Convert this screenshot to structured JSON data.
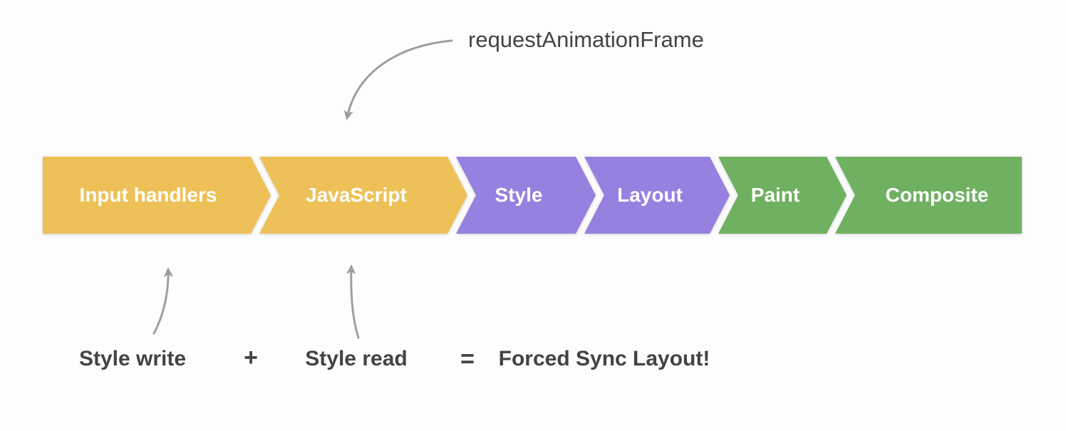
{
  "pipeline": {
    "segments": [
      {
        "label": "Input handlers",
        "color": "#EDC157"
      },
      {
        "label": "JavaScript",
        "color": "#EDC157"
      },
      {
        "label": "Style",
        "color": "#9680E0"
      },
      {
        "label": "Layout",
        "color": "#9680E0"
      },
      {
        "label": "Paint",
        "color": "#6FB061"
      },
      {
        "label": "Composite",
        "color": "#6FB061"
      }
    ]
  },
  "annotations": {
    "raf_label": "requestAnimationFrame",
    "style_write": "Style write",
    "plus": "+",
    "style_read": "Style read",
    "equals": "=",
    "forced_sync": "Forced Sync Layout!"
  },
  "colors": {
    "background": "#FDFDFD",
    "arrow": "#9E9E9E",
    "annotation_text": "#434343",
    "segment_text": "#FFFFFF"
  }
}
